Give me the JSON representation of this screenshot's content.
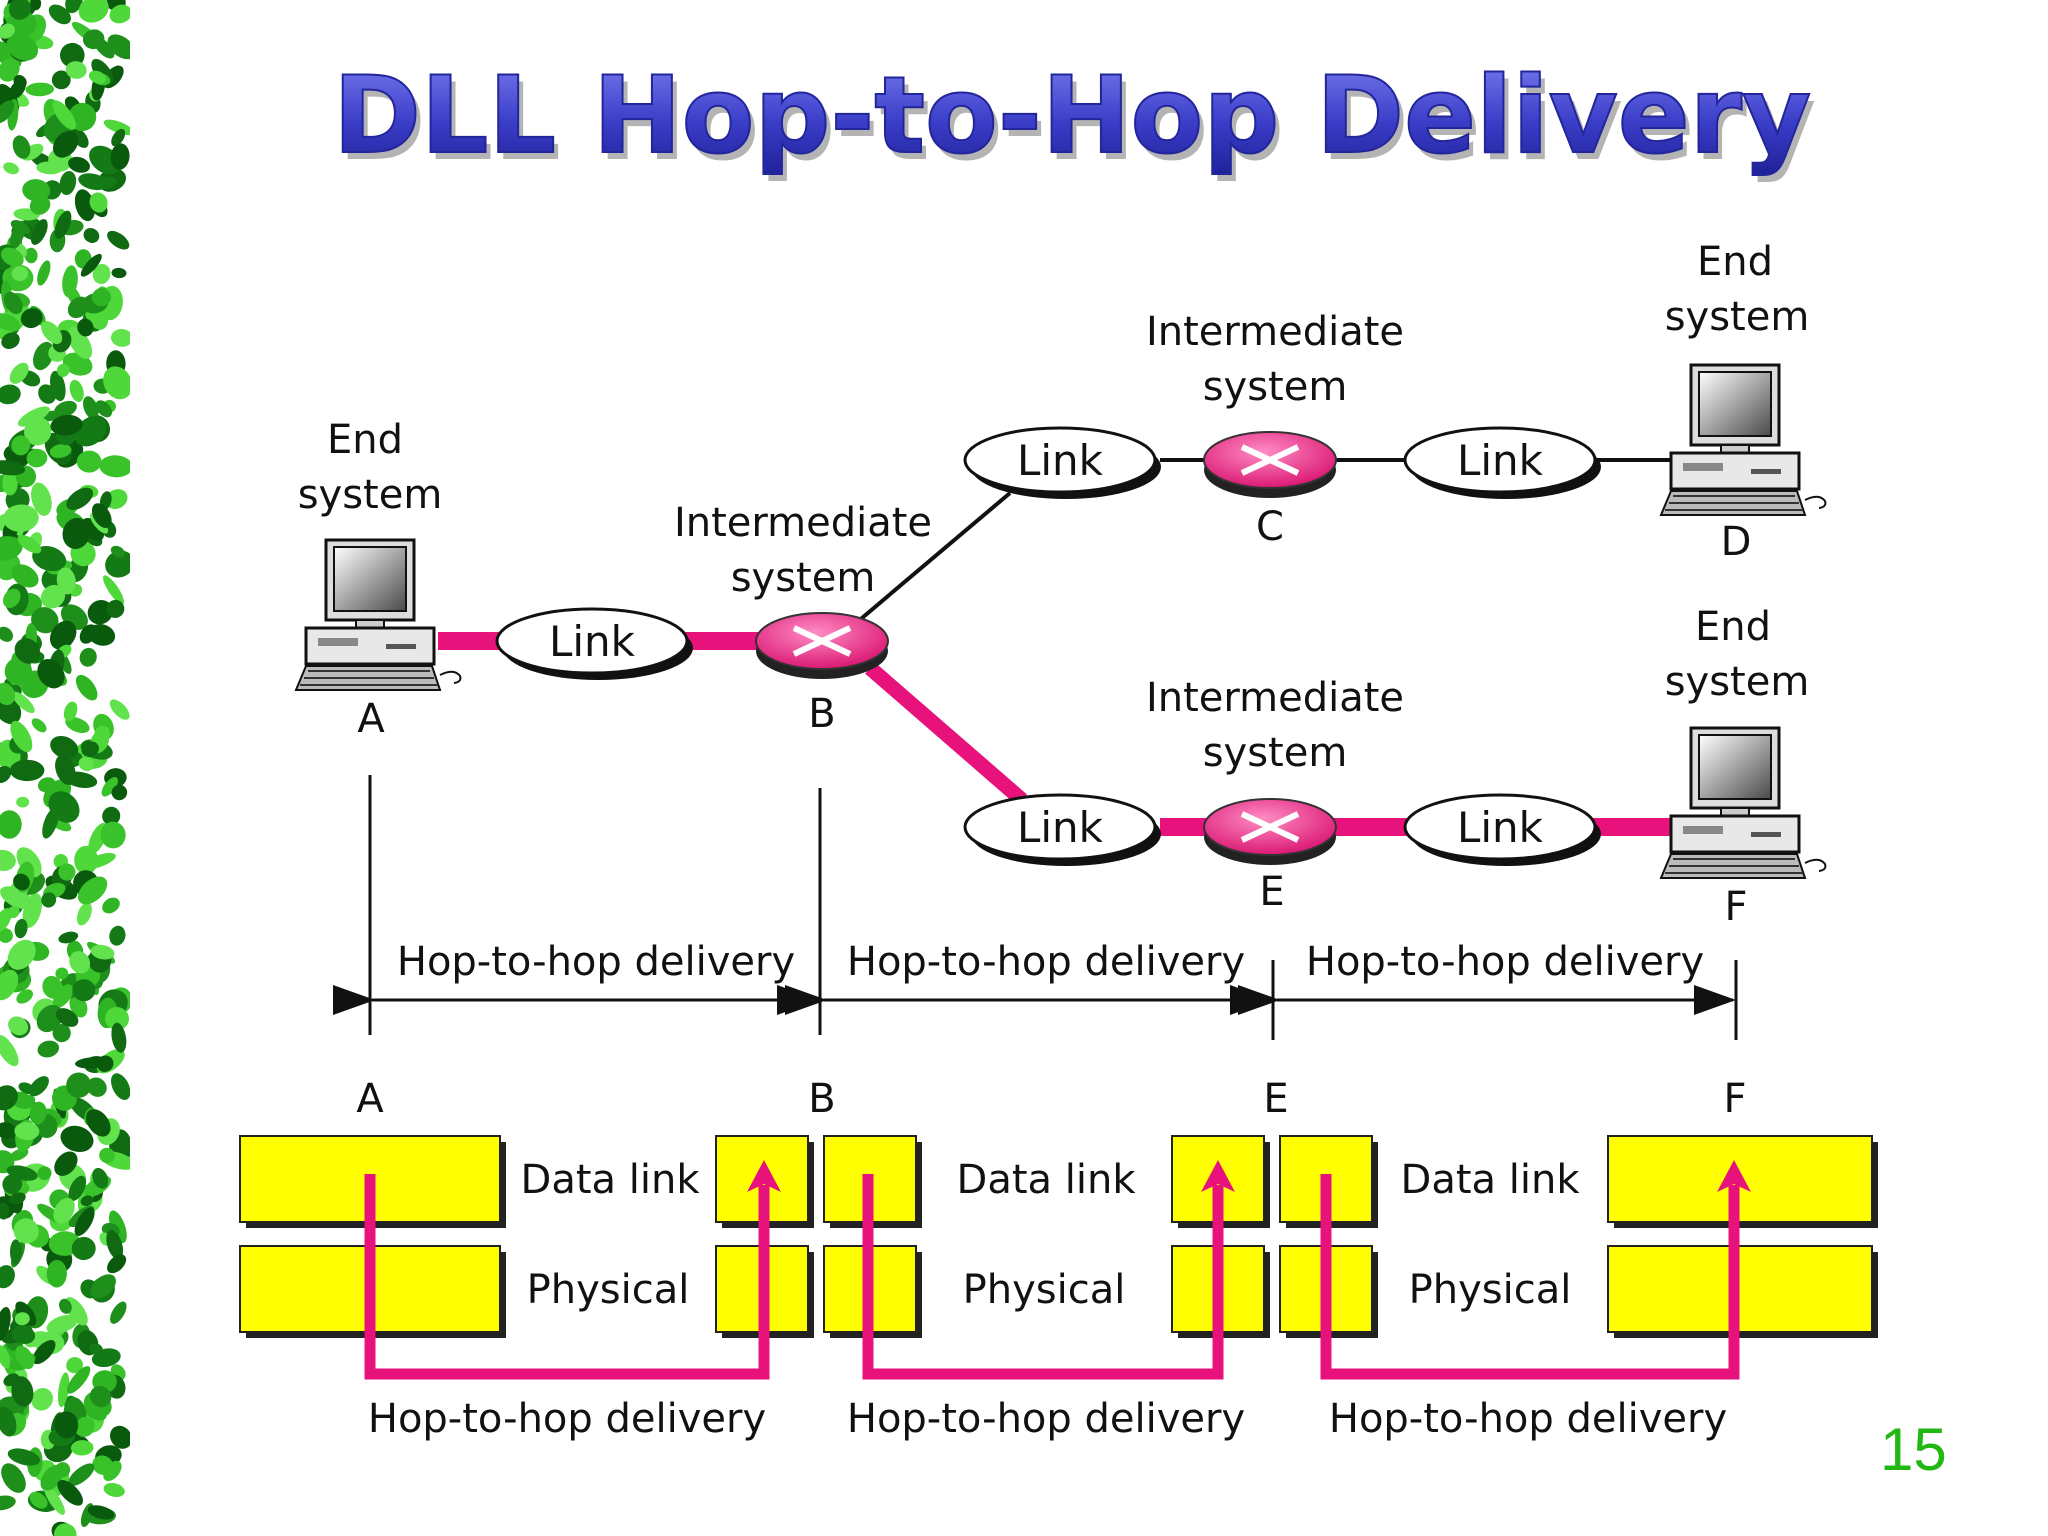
{
  "slide": {
    "title": "DLL Hop-to-Hop Delivery",
    "page_number": "15"
  },
  "colors": {
    "title": "#3b3ec8",
    "link_highlight": "#e8127c",
    "layer_box": "#ffff00",
    "router": "#e8127c",
    "border_leaf": "#2fa81e"
  },
  "network": {
    "nodes": {
      "A": {
        "caption_line1": "End",
        "caption_line2": "system",
        "letter": "A",
        "icon": "computer-icon"
      },
      "B": {
        "caption_line1": "Intermediate",
        "caption_line2": "system",
        "letter": "B",
        "icon": "router-icon"
      },
      "C": {
        "caption_line1": "Intermediate",
        "caption_line2": "system",
        "letter": "C",
        "icon": "router-icon"
      },
      "D": {
        "caption_line1": "End",
        "caption_line2": "system",
        "letter": "D",
        "icon": "computer-icon"
      },
      "E": {
        "caption_line1": "Intermediate",
        "caption_line2": "system",
        "letter": "E",
        "icon": "router-icon"
      },
      "F": {
        "caption_line1": "End",
        "caption_line2": "system",
        "letter": "F",
        "icon": "computer-icon"
      }
    },
    "link_label": "Link"
  },
  "hops": {
    "labels": [
      "Hop-to-hop delivery",
      "Hop-to-hop delivery",
      "Hop-to-hop delivery"
    ],
    "stations": [
      "A",
      "B",
      "E",
      "F"
    ]
  },
  "layers": {
    "upper": "Data link",
    "lower": "Physical",
    "bottom_labels": [
      "Hop-to-hop delivery",
      "Hop-to-hop delivery",
      "Hop-to-hop delivery"
    ]
  }
}
